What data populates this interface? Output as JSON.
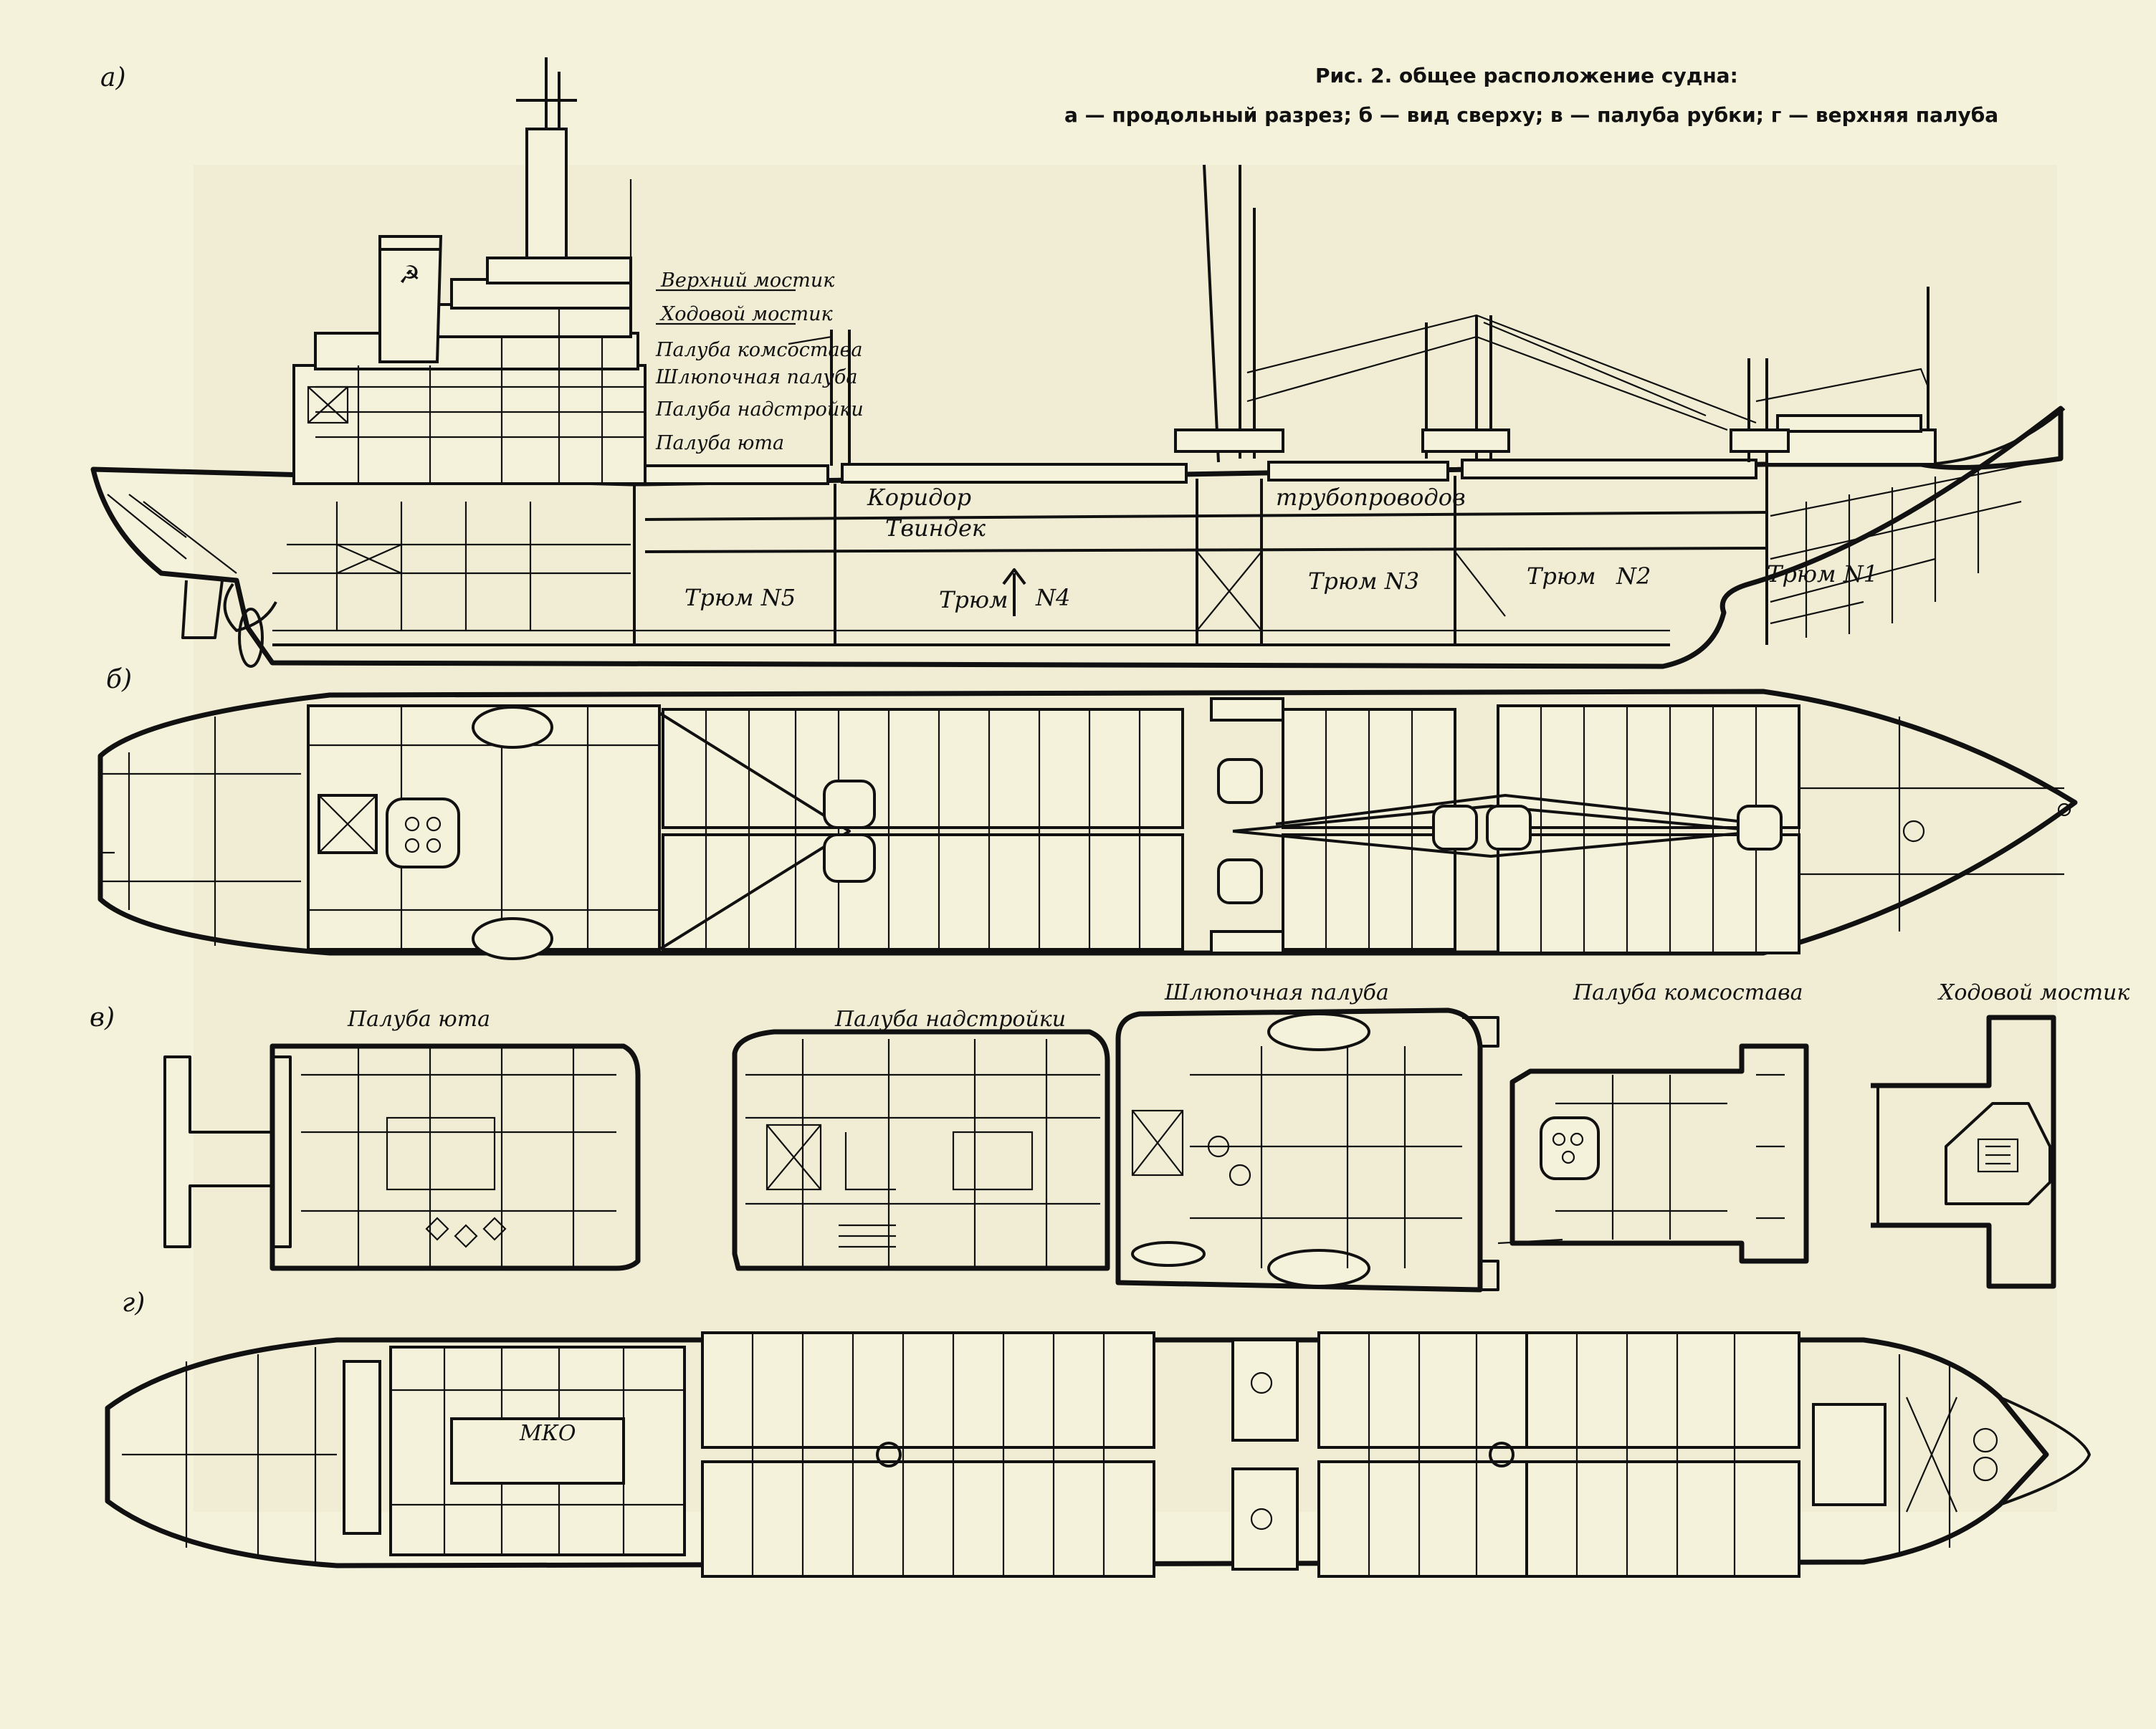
{
  "caption": {
    "line1": "Рис. 2. общее расположение судна:",
    "line2": "а — продольный разрез; б — вид сверху; в — палуба рубки; г — верхняя палуба"
  },
  "view_markers": {
    "a": "а)",
    "b": "б)",
    "v": "в)",
    "g": "г)"
  },
  "deck_levels": [
    "Верхний мостик",
    "Ходовой мостик",
    "Палуба комсостава",
    "Шлюпочная палуба",
    "Палуба надстройки",
    "Палуба юта"
  ],
  "section_labels": {
    "corridor": "Коридор",
    "pipelines": "трубопроводов",
    "tweendeck": "Твиндек"
  },
  "holds": [
    "Трюм N5",
    "Трюм",
    "N4",
    "Трюм N3",
    "Трюм",
    "N2",
    "Трюм N1"
  ],
  "deckhouse_titles": [
    "Палуба юта",
    "Палуба надстройки",
    "Шлюпочная палуба",
    "Палуба комсостава",
    "Ходовой мостик"
  ],
  "engine_room_label": "МКО",
  "colors": {
    "paper": "#f5f2dc",
    "ink": "#111111"
  }
}
